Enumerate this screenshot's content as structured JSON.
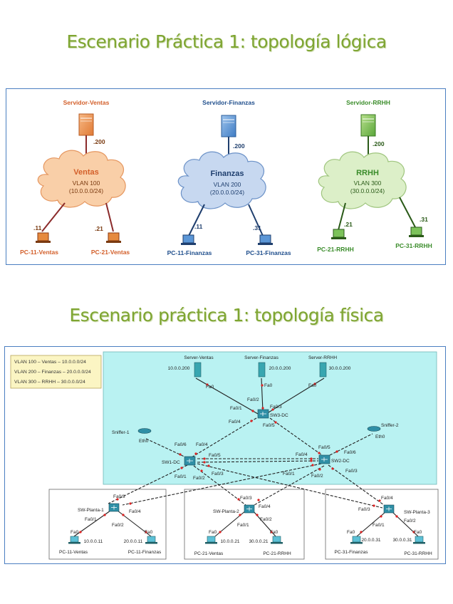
{
  "titles": {
    "logical": "Escenario Práctica 1: topología lógica",
    "physical": "Escenario práctica 1: topología física"
  },
  "logical": {
    "ventas": {
      "server": "Servidor-Ventas",
      "server_ip": ".200",
      "name": "Ventas",
      "vlan": "VLAN 100",
      "net": "(10.0.0.0/24)",
      "pc1_ip": ".11",
      "pc2_ip": ".21",
      "pc1": "PC-11-Ventas",
      "pc2": "PC-21-Ventas",
      "color": "#d35f2a",
      "cloud": "#f9cfa8"
    },
    "finanzas": {
      "server": "Servidor-Finanzas",
      "server_ip": ".200",
      "name": "Finanzas",
      "vlan": "VLAN 200",
      "net": "(20.0.0.0/24)",
      "pc1_ip": ".11",
      "pc2_ip": ".31",
      "pc1": "PC-11-Finanzas",
      "pc2": "PC-31-Finanzas",
      "color": "#1f4e8c",
      "cloud": "#c7d8f0"
    },
    "rrhh": {
      "server": "Servidor-RRHH",
      "server_ip": ".200",
      "name": "RRHH",
      "vlan": "VLAN 300",
      "net": "(30.0.0.0/24)",
      "pc1_ip": ".21",
      "pc2_ip": ".31",
      "pc1": "PC-21-RRHH",
      "pc2": "PC-31-RRHH",
      "color": "#3a8c2a",
      "cloud": "#dcefc8"
    }
  },
  "physical": {
    "legend": [
      "VLAN 100 – Ventas – 10.0.0.0/24",
      "VLAN 200 – Finanzas – 20.0.0.0/24",
      "VLAN 300 – RRHH – 30.0.0.0/24"
    ],
    "servers": [
      {
        "name": "Server-Ventas",
        "ip": "10.0.0.200",
        "port": "Fa0"
      },
      {
        "name": "Server-Finanzas",
        "ip": "20.0.0.200",
        "port": "Fa0"
      },
      {
        "name": "Server-RRHH",
        "ip": "30.0.0.200",
        "port": "Fa0"
      }
    ],
    "sw3": {
      "name": "SW3-DC",
      "ports": [
        "Fa0/2",
        "Fa0/1",
        "Fa0/3",
        "Fa0/4",
        "Fa0/5"
      ]
    },
    "sw1": {
      "name": "SW1-DC",
      "ports": [
        "Fa0/6",
        "Fa0/4",
        "Fa0/5",
        "Fa0/1",
        "Fa0/2",
        "Fa0/3"
      ]
    },
    "sw2": {
      "name": "SW2-DC",
      "ports": [
        "Fa0/4",
        "Fa0/5",
        "Fa0/6",
        "Fa0/3",
        "Fa0/1",
        "Fa0/2"
      ]
    },
    "sniffer1": {
      "name": "Sniffer-1",
      "port": "Eth0"
    },
    "sniffer2": {
      "name": "Sniffer-2",
      "port": "Eth0"
    },
    "floors": [
      {
        "name": "SW-Planta-1",
        "ports": [
          "Fa0/3",
          "Fa0/1",
          "Fa0/4",
          "Fa0/2"
        ],
        "pcs": [
          {
            "name": "PC-11-Ventas",
            "ip": "10.0.0.11",
            "port": "Fa0"
          },
          {
            "name": "PC-11-Finanzas",
            "ip": "20.0.0.11",
            "port": "Fa0"
          }
        ]
      },
      {
        "name": "SW-Planta-2",
        "ports": [
          "Fa0/3",
          "Fa0/4",
          "Fa0/1",
          "Fa0/2"
        ],
        "pcs": [
          {
            "name": "PC-21-Ventas",
            "ip": "10.0.0.21",
            "port": "Fa0"
          },
          {
            "name": "PC-21-RRHH",
            "ip": "30.0.0.21",
            "port": "Fa0"
          }
        ]
      },
      {
        "name": "SW-Planta-3",
        "ports": [
          "Fa0/4",
          "Fa0/3",
          "Fa0/1",
          "Fa0/2"
        ],
        "pcs": [
          {
            "name": "PC-31-Finanzas",
            "ip": "20.0.0.31",
            "port": "Fa0"
          },
          {
            "name": "PC-31-RRHH",
            "ip": "30.0.0.31",
            "port": "Fa0"
          }
        ]
      }
    ]
  }
}
